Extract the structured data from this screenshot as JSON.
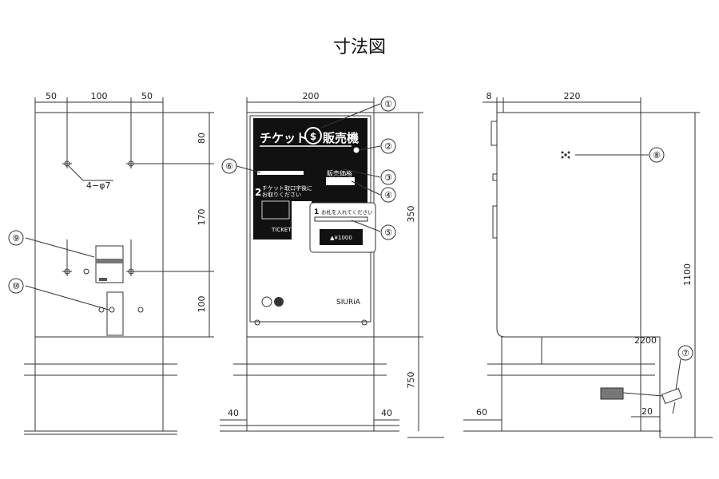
{
  "title": "寸法図",
  "left_view": {
    "dim_top": [
      "50",
      "100",
      "50"
    ],
    "dim_right": [
      "80",
      "170",
      "100"
    ],
    "hole_note": "4−φ7",
    "callouts": [
      "⑨",
      "⑩"
    ]
  },
  "front_view": {
    "dim_width": "200",
    "dim_height_upper": "350",
    "dim_height_lower": "750",
    "dim_base_left": "40",
    "dim_base_right": "40",
    "panel_title_left": "チケット",
    "panel_title_right": "販売機",
    "price_label": "販売価格",
    "ticket_instruction_num": "2",
    "ticket_instruction": "チケット取口字後に\nお取りください",
    "ticket_label": "TICKET",
    "bill_instruction_num": "1",
    "bill_instruction": "お札を入れてください",
    "bill_value": "▲¥1000",
    "brand": "SIURiA",
    "callouts": [
      "①",
      "②",
      "③",
      "④",
      "⑤",
      "⑥"
    ]
  },
  "side_view": {
    "dim_offset": "8",
    "dim_width": "220",
    "dim_height": "1100",
    "dim_cable": "2200",
    "dim_base_left": "60",
    "dim_plug": "20",
    "callouts": [
      "⑦",
      "⑧"
    ]
  }
}
